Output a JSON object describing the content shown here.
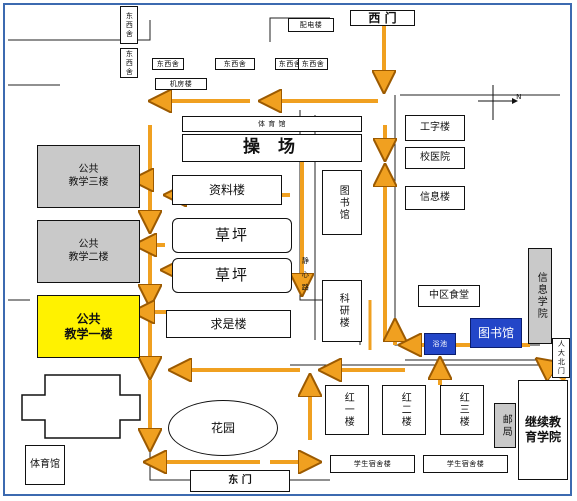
{
  "buildings": {
    "west_gate": "西  门",
    "small_a1": "东西舍",
    "small_a2": "东西舍",
    "small_b": "配电楼",
    "small_r1": "东西舍",
    "small_r2": "东西舍",
    "small_r3": "东西舍",
    "small_r4": "东西舍",
    "small_bottom": "机房楼",
    "gym_top": "体  育  馆",
    "playground": "操    场",
    "materials": "资料楼",
    "lawn1": "草坪",
    "lawn2": "草坪",
    "qiushi": "求是楼",
    "library_old": "图书馆",
    "library_new": "图书馆",
    "science": "科研楼",
    "road_label": "静 心 路",
    "engineering": "工字楼",
    "school_hospital": "校医院",
    "info_building": "信息楼",
    "canteen": "中区食堂",
    "bath": "浴池",
    "info_college": "信息学院",
    "north_gate": "人大北门",
    "teach3_line1": "公共",
    "teach3_line2": "教学三楼",
    "teach2_line1": "公共",
    "teach2_line2": "教学二楼",
    "teach1_line1": "公共",
    "teach1_line2": "教学一楼",
    "red1": "红一楼",
    "red2": "红二楼",
    "red3": "红三楼",
    "post": "邮局",
    "continuing": "继续教育学院",
    "garden": "花园",
    "gym_bottom": "体育馆",
    "east_gate": "东  门",
    "dorm1": "学生宿舍楼",
    "dorm2": "学生宿舍楼"
  },
  "colors": {
    "arrow": "#f0a020",
    "arrow_edge": "#9c5a00",
    "frame": "#3c6ab0",
    "teaching_gray": "#c9c9c9",
    "teaching_highlight": "#fff200",
    "library_blue": "#2346c8"
  },
  "compass": {
    "label": "N"
  }
}
